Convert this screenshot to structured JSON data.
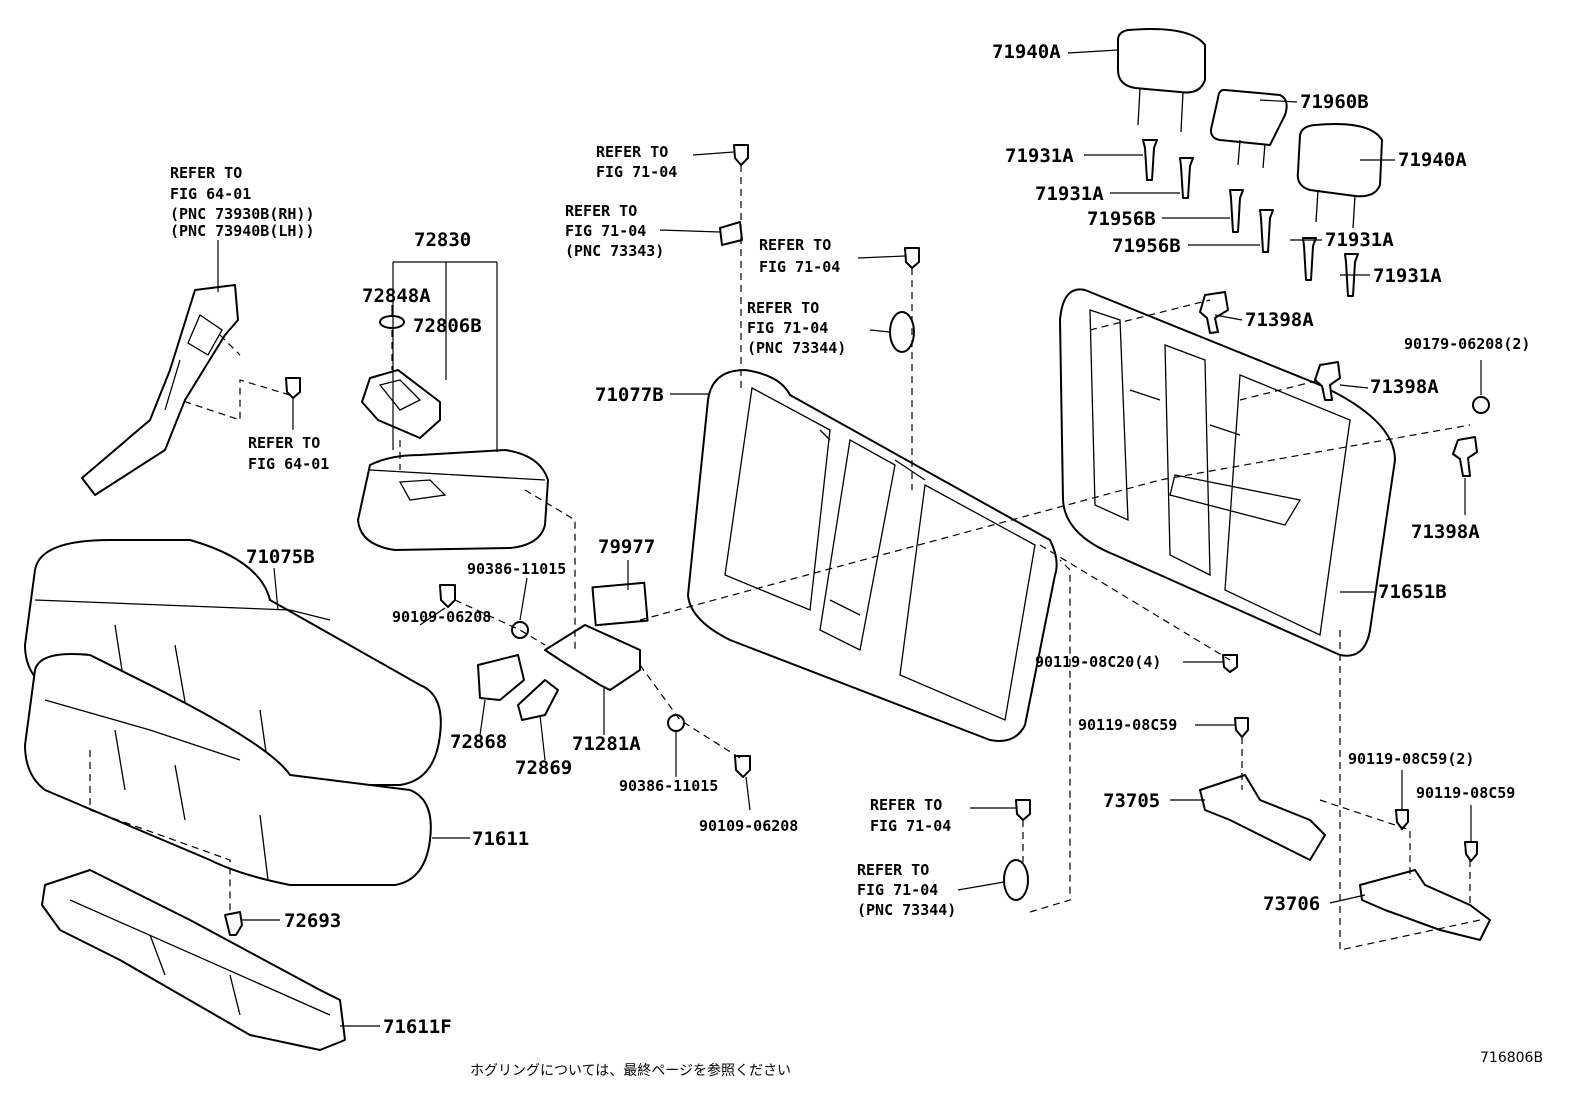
{
  "diagram": {
    "drawing_number": "716806B",
    "footer_note": "ホグリングについては、最終ページを参照ください",
    "parts": {
      "p71940A_top": "71940A",
      "p71960B": "71960B",
      "p71940A_right": "71940A",
      "p71931A_1": "71931A",
      "p71931A_2": "71931A",
      "p71956B_1": "71956B",
      "p71956B_2": "71956B",
      "p71931A_3": "71931A",
      "p71931A_4": "71931A",
      "p71398A_1": "71398A",
      "p71398A_2": "71398A",
      "p71398A_3": "71398A",
      "p90179": "90179-06208(2)",
      "p71651B": "71651B",
      "p90119_08C20": "90119-08C20(4)",
      "p90119_08C59": "90119-08C59",
      "p73705": "73705",
      "p90119_08C59_2": "90119-08C59(2)",
      "p90119_08C59_b": "90119-08C59",
      "p73706": "73706",
      "p71077B": "71077B",
      "p79977": "79977",
      "p90386_a": "90386-11015",
      "p90109_a": "90109-06208",
      "p72868": "72868",
      "p72869": "72869",
      "p71281A": "71281A",
      "p90386_b": "90386-11015",
      "p90109_b": "90109-06208",
      "p72830": "72830",
      "p72848A": "72848A",
      "p72806B": "72806B",
      "p71075B": "71075B",
      "p71611": "71611",
      "p72693": "72693",
      "p71611F": "71611F"
    },
    "refs": {
      "pillar_ref": [
        "REFER TO",
        "FIG 64-01",
        "(PNC 73930B(RH))",
        "(PNC 73940B(LH))"
      ],
      "pillar_screw_ref": [
        "REFER TO",
        "FIG 64-01"
      ],
      "top_screw_ref": [
        "REFER TO",
        "FIG 71-04"
      ],
      "top_clip_ref": [
        "REFER TO",
        "FIG 71-04",
        "(PNC 73343)"
      ],
      "mid_screw_ref": [
        "REFER TO",
        "FIG 71-04"
      ],
      "mid_clip_ref": [
        "REFER TO",
        "FIG 71-04",
        "(PNC 73344)"
      ],
      "low_screw_ref": [
        "REFER TO",
        "FIG 71-04"
      ],
      "low_clip_ref": [
        "REFER TO",
        "FIG 71-04",
        "(PNC 73344)"
      ]
    }
  }
}
